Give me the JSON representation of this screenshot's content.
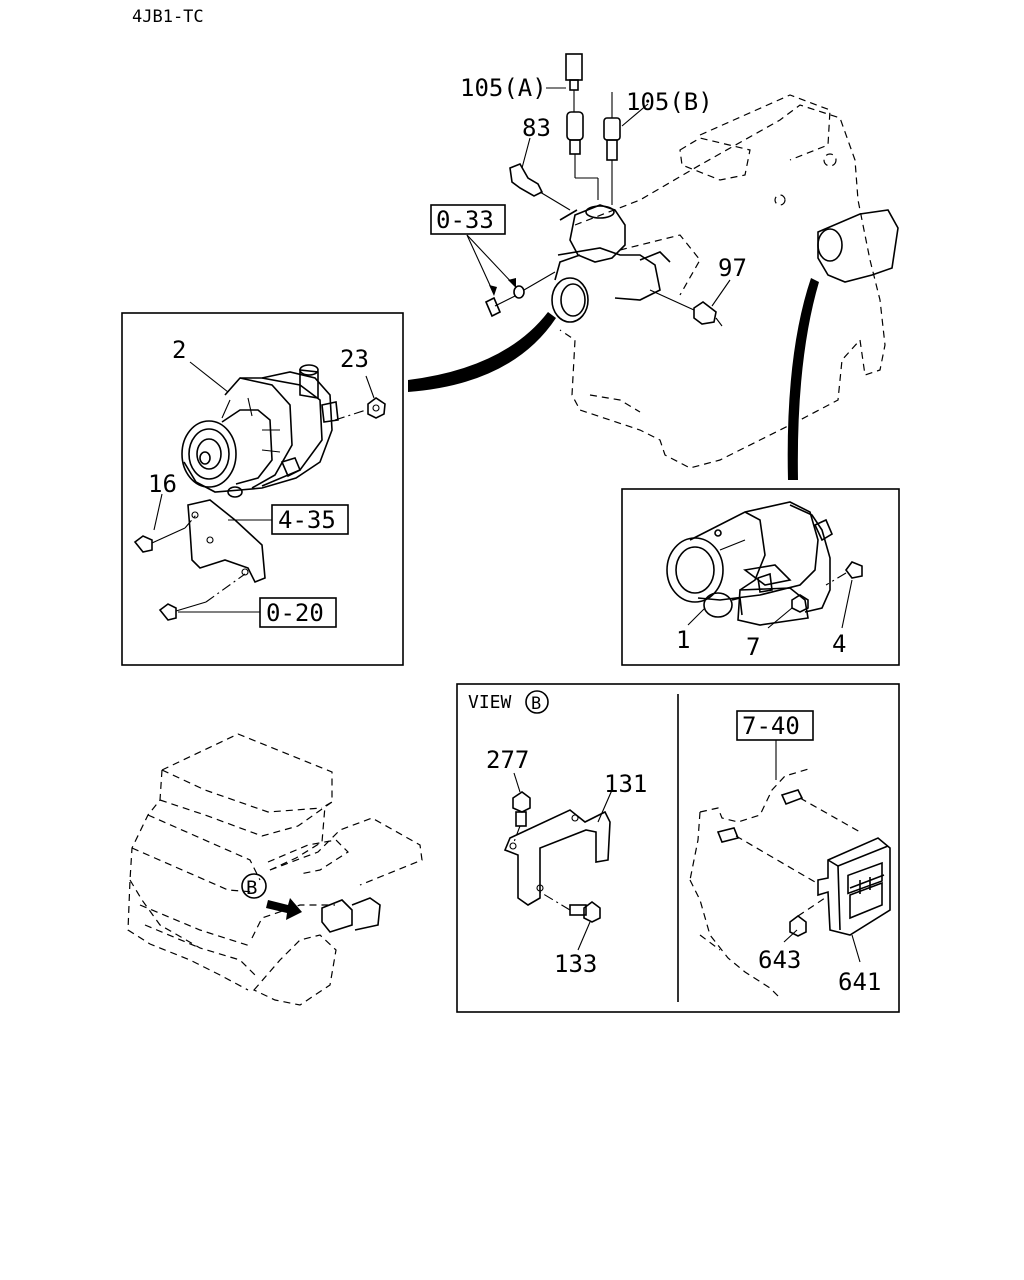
{
  "header": {
    "model_code": "4JB1-TC"
  },
  "engine_view": {
    "labels": {
      "p105a": "105(A)",
      "p105b": "105(B)",
      "p83": "83",
      "p97": "97",
      "ref_0_33": "0-33"
    }
  },
  "alternator_panel": {
    "labels": {
      "p2": "2",
      "p23": "23",
      "p16": "16",
      "ref_4_35": "4-35",
      "ref_0_20": "0-20"
    }
  },
  "starter_panel": {
    "labels": {
      "p1": "1",
      "p7": "7",
      "p4": "4"
    }
  },
  "view_b_panel": {
    "title": "VIEW",
    "view_letter": "B",
    "labels": {
      "p277": "277",
      "p131": "131",
      "p133": "133",
      "ref_7_40": "7-40",
      "p643": "643",
      "p641": "641"
    }
  },
  "truck_view": {
    "marker_letter": "B"
  }
}
